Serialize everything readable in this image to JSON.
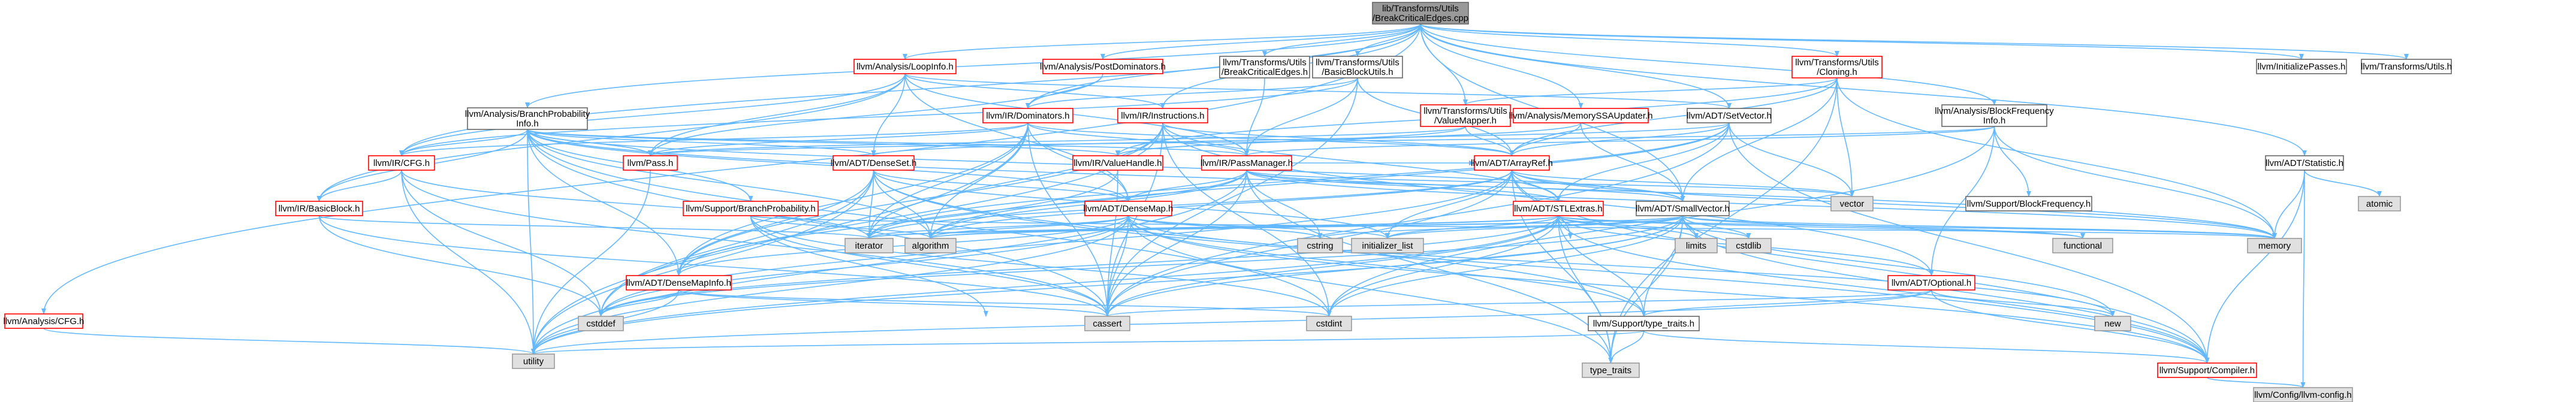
{
  "graph": {
    "colors": {
      "edge": "#63b8ff",
      "root_fill": "#999999",
      "root_border": "#666666",
      "red_border": "#ff0000",
      "black_border": "#666666",
      "gray_fill": "#e0e0e0",
      "gray_border": "#999999",
      "node_fill": "#ffffff",
      "red_text": "#000000"
    },
    "nodes": [
      {
        "id": "root",
        "lines": [
          "lib/Transforms/Utils",
          "/BreakCriticalEdges.cpp"
        ],
        "style": "root"
      },
      {
        "id": "analysis_cfg",
        "lines": [
          "llvm/Analysis/CFG.h"
        ],
        "style": "red"
      },
      {
        "id": "branchprob_info",
        "lines": [
          "llvm/Analysis/BranchProbability",
          "Info.h"
        ],
        "style": "black"
      },
      {
        "id": "loopinfo",
        "lines": [
          "llvm/Analysis/LoopInfo.h"
        ],
        "style": "red"
      },
      {
        "id": "postdom",
        "lines": [
          "llvm/Analysis/PostDominators.h"
        ],
        "style": "red"
      },
      {
        "id": "tu_bce",
        "lines": [
          "llvm/Transforms/Utils",
          "/BreakCriticalEdges.h"
        ],
        "style": "black"
      },
      {
        "id": "tu_bbu",
        "lines": [
          "llvm/Transforms/Utils",
          "/BasicBlockUtils.h"
        ],
        "style": "black"
      },
      {
        "id": "tu_valuemapper",
        "lines": [
          "llvm/Transforms/Utils",
          "/ValueMapper.h"
        ],
        "style": "red"
      },
      {
        "id": "memssa_updater",
        "lines": [
          "llvm/Analysis/MemorySSAUpdater.h"
        ],
        "style": "red"
      },
      {
        "id": "tu_cloning",
        "lines": [
          "llvm/Transforms/Utils",
          "/Cloning.h"
        ],
        "style": "red"
      },
      {
        "id": "bfi",
        "lines": [
          "llvm/Analysis/BlockFrequency",
          "Info.h"
        ],
        "style": "black"
      },
      {
        "id": "init_passes",
        "lines": [
          "llvm/InitializePasses.h"
        ],
        "style": "black"
      },
      {
        "id": "transforms_utils",
        "lines": [
          "llvm/Transforms/Utils.h"
        ],
        "style": "black"
      },
      {
        "id": "ir_dominators",
        "lines": [
          "llvm/IR/Dominators.h"
        ],
        "style": "red"
      },
      {
        "id": "ir_instructions",
        "lines": [
          "llvm/IR/Instructions.h"
        ],
        "style": "red"
      },
      {
        "id": "setvector",
        "lines": [
          "llvm/ADT/SetVector.h"
        ],
        "style": "black"
      },
      {
        "id": "statistic",
        "lines": [
          "llvm/ADT/Statistic.h"
        ],
        "style": "black"
      },
      {
        "id": "ir_cfg",
        "lines": [
          "llvm/IR/CFG.h"
        ],
        "style": "red"
      },
      {
        "id": "ir_pass",
        "lines": [
          "llvm/Pass.h"
        ],
        "style": "red"
      },
      {
        "id": "densemset",
        "lines": [
          "llvm/ADT/DenseSet.h"
        ],
        "style": "red"
      },
      {
        "id": "valuehandle",
        "lines": [
          "llvm/IR/ValueHandle.h"
        ],
        "style": "red"
      },
      {
        "id": "passmanager",
        "lines": [
          "llvm/IR/PassManager.h"
        ],
        "style": "red"
      },
      {
        "id": "arrayref",
        "lines": [
          "llvm/ADT/ArrayRef.h"
        ],
        "style": "red"
      },
      {
        "id": "vector",
        "lines": [
          "vector"
        ],
        "style": "gray"
      },
      {
        "id": "support_bf",
        "lines": [
          "llvm/Support/BlockFrequency.h"
        ],
        "style": "black"
      },
      {
        "id": "atomic",
        "lines": [
          "atomic"
        ],
        "style": "gray"
      },
      {
        "id": "ir_basicblock",
        "lines": [
          "llvm/IR/BasicBlock.h"
        ],
        "style": "red"
      },
      {
        "id": "support_bp",
        "lines": [
          "llvm/Support/BranchProbability.h"
        ],
        "style": "red"
      },
      {
        "id": "densemap",
        "lines": [
          "llvm/ADT/DenseMap.h"
        ],
        "style": "red"
      },
      {
        "id": "stlextras",
        "lines": [
          "llvm/ADT/STLExtras.h"
        ],
        "style": "red"
      },
      {
        "id": "smallvector",
        "lines": [
          "llvm/ADT/SmallVector.h"
        ],
        "style": "black"
      },
      {
        "id": "iterator",
        "lines": [
          "iterator"
        ],
        "style": "gray"
      },
      {
        "id": "algorithm",
        "lines": [
          "algorithm"
        ],
        "style": "gray"
      },
      {
        "id": "cstring",
        "lines": [
          "cstring"
        ],
        "style": "gray"
      },
      {
        "id": "initializer_list",
        "lines": [
          "initializer_list"
        ],
        "style": "gray"
      },
      {
        "id": "limits",
        "lines": [
          "limits"
        ],
        "style": "gray"
      },
      {
        "id": "cstdlib",
        "lines": [
          "cstdlib"
        ],
        "style": "gray"
      },
      {
        "id": "functional",
        "lines": [
          "functional"
        ],
        "style": "gray"
      },
      {
        "id": "memory",
        "lines": [
          "memory"
        ],
        "style": "gray"
      },
      {
        "id": "densemapinfo",
        "lines": [
          "llvm/ADT/DenseMapInfo.h"
        ],
        "style": "red"
      },
      {
        "id": "optional",
        "lines": [
          "llvm/ADT/Optional.h"
        ],
        "style": "red"
      },
      {
        "id": "new",
        "lines": [
          "new"
        ],
        "style": "gray"
      },
      {
        "id": "cstddef",
        "lines": [
          "cstddef"
        ],
        "style": "gray"
      },
      {
        "id": "cassert",
        "lines": [
          "cassert"
        ],
        "style": "gray"
      },
      {
        "id": "cstdint",
        "lines": [
          "cstdint"
        ],
        "style": "gray"
      },
      {
        "id": "type_traits_h",
        "lines": [
          "llvm/Support/type_traits.h"
        ],
        "style": "black"
      },
      {
        "id": "utility",
        "lines": [
          "utility"
        ],
        "style": "gray"
      },
      {
        "id": "type_traits",
        "lines": [
          "type_traits"
        ],
        "style": "gray"
      },
      {
        "id": "compiler",
        "lines": [
          "llvm/Support/Compiler.h"
        ],
        "style": "red"
      },
      {
        "id": "llvm_config",
        "lines": [
          "llvm/Config/llvm-config.h"
        ],
        "style": "gray"
      }
    ],
    "edges": [
      [
        "root",
        "analysis_cfg"
      ],
      [
        "root",
        "branchprob_info"
      ],
      [
        "root",
        "loopinfo"
      ],
      [
        "root",
        "postdom"
      ],
      [
        "root",
        "tu_bce"
      ],
      [
        "root",
        "tu_bbu"
      ],
      [
        "root",
        "tu_valuemapper"
      ],
      [
        "root",
        "memssa_updater"
      ],
      [
        "root",
        "tu_cloning"
      ],
      [
        "root",
        "bfi"
      ],
      [
        "root",
        "init_passes"
      ],
      [
        "root",
        "transforms_utils"
      ],
      [
        "root",
        "setvector"
      ],
      [
        "root",
        "statistic"
      ],
      [
        "root",
        "ir_cfg"
      ],
      [
        "root",
        "ir_dominators"
      ],
      [
        "root",
        "ir_instructions"
      ],
      [
        "root",
        "smallvector"
      ],
      [
        "analysis_cfg",
        "utility"
      ],
      [
        "branchprob_info",
        "ir_cfg"
      ],
      [
        "branchprob_info",
        "ir_pass"
      ],
      [
        "branchprob_info",
        "support_bp"
      ],
      [
        "branchprob_info",
        "densemap"
      ],
      [
        "branchprob_info",
        "densemapinfo"
      ],
      [
        "branchprob_info",
        "valuehandle"
      ],
      [
        "branchprob_info",
        "passmanager"
      ],
      [
        "branchprob_info",
        "ir_basicblock"
      ],
      [
        "branchprob_info",
        "algorithm"
      ],
      [
        "branchprob_info",
        "cassert"
      ],
      [
        "branchprob_info",
        "cstdint"
      ],
      [
        "branchprob_info",
        "memory"
      ],
      [
        "branchprob_info",
        "utility"
      ],
      [
        "branchprob_info",
        "densemset"
      ],
      [
        "branchprob_info",
        "smallvector"
      ],
      [
        "loopinfo",
        "ir_cfg"
      ],
      [
        "loopinfo",
        "ir_pass"
      ],
      [
        "loopinfo",
        "densemset"
      ],
      [
        "loopinfo",
        "passmanager"
      ],
      [
        "loopinfo",
        "ir_instructions"
      ],
      [
        "loopinfo",
        "densemap"
      ],
      [
        "loopinfo",
        "setvector"
      ],
      [
        "loopinfo",
        "ir_basicblock"
      ],
      [
        "postdom",
        "ir_dominators"
      ],
      [
        "postdom",
        "ir_pass"
      ],
      [
        "tu_bce",
        "passmanager"
      ],
      [
        "tu_bbu",
        "passmanager"
      ],
      [
        "tu_bbu",
        "arrayref"
      ],
      [
        "tu_bbu",
        "ir_cfg"
      ],
      [
        "tu_bbu",
        "ir_dominators"
      ],
      [
        "tu_bbu",
        "cassert"
      ],
      [
        "tu_valuemapper",
        "arrayref"
      ],
      [
        "tu_valuemapper",
        "ir_pass"
      ],
      [
        "tu_valuemapper",
        "valuehandle"
      ],
      [
        "memssa_updater",
        "smallvector"
      ],
      [
        "memssa_updater",
        "valuehandle"
      ],
      [
        "memssa_updater",
        "arrayref"
      ],
      [
        "tu_cloning",
        "tu_valuemapper"
      ],
      [
        "tu_cloning",
        "smallvector"
      ],
      [
        "tu_cloning",
        "vector"
      ],
      [
        "tu_cloning",
        "memory"
      ],
      [
        "tu_cloning",
        "valuehandle"
      ],
      [
        "tu_cloning",
        "type_traits"
      ],
      [
        "tu_cloning",
        "arrayref"
      ],
      [
        "bfi",
        "support_bf"
      ],
      [
        "bfi",
        "ir_pass"
      ],
      [
        "bfi",
        "passmanager"
      ],
      [
        "bfi",
        "optional"
      ],
      [
        "bfi",
        "cstdint"
      ],
      [
        "bfi",
        "memory"
      ],
      [
        "ir_dominators",
        "ir_cfg"
      ],
      [
        "ir_dominators",
        "ir_pass"
      ],
      [
        "ir_dominators",
        "passmanager"
      ],
      [
        "ir_dominators",
        "densemap"
      ],
      [
        "ir_dominators",
        "arrayref"
      ],
      [
        "ir_dominators",
        "densemapinfo"
      ],
      [
        "ir_dominators",
        "algorithm"
      ],
      [
        "ir_dominators",
        "cassert"
      ],
      [
        "ir_dominators",
        "utility"
      ],
      [
        "ir_dominators",
        "iterator"
      ],
      [
        "ir_instructions",
        "arrayref"
      ],
      [
        "ir_instructions",
        "stlextras"
      ],
      [
        "ir_instructions",
        "iterator"
      ],
      [
        "ir_instructions",
        "cstddef"
      ],
      [
        "ir_instructions",
        "cassert"
      ],
      [
        "ir_instructions",
        "cstdint"
      ],
      [
        "ir_instructions",
        "optional"
      ],
      [
        "ir_instructions",
        "densemapinfo"
      ],
      [
        "setvector",
        "arrayref"
      ],
      [
        "setvector",
        "densemset"
      ],
      [
        "setvector",
        "stlextras"
      ],
      [
        "setvector",
        "compiler"
      ],
      [
        "setvector",
        "algorithm"
      ],
      [
        "setvector",
        "cassert"
      ],
      [
        "setvector",
        "iterator"
      ],
      [
        "setvector",
        "vector"
      ],
      [
        "statistic",
        "compiler"
      ],
      [
        "statistic",
        "atomic"
      ],
      [
        "statistic",
        "memory"
      ],
      [
        "statistic",
        "llvm_config"
      ],
      [
        "ir_cfg",
        "ir_basicblock"
      ],
      [
        "ir_cfg",
        "iterator"
      ],
      [
        "ir_cfg",
        "cassert"
      ],
      [
        "ir_cfg",
        "cstddef"
      ],
      [
        "ir_cfg",
        "utility"
      ],
      [
        "ir_pass",
        "utility"
      ],
      [
        "densemset",
        "densemap"
      ],
      [
        "densemset",
        "densemapinfo"
      ],
      [
        "densemset",
        "compiler"
      ],
      [
        "densemset",
        "type_traits_h"
      ],
      [
        "densemset",
        "algorithm"
      ],
      [
        "densemset",
        "cstddef"
      ],
      [
        "densemset",
        "initializer_list"
      ],
      [
        "densemset",
        "iterator"
      ],
      [
        "densemset",
        "utility"
      ],
      [
        "valuehandle",
        "densemapinfo"
      ],
      [
        "valuehandle",
        "cassert"
      ],
      [
        "passmanager",
        "densemap"
      ],
      [
        "passmanager",
        "smallvector"
      ],
      [
        "passmanager",
        "stlextras"
      ],
      [
        "passmanager",
        "cstring"
      ],
      [
        "passmanager",
        "iterator"
      ],
      [
        "passmanager",
        "type_traits"
      ],
      [
        "passmanager",
        "utility"
      ],
      [
        "passmanager",
        "vector"
      ],
      [
        "passmanager",
        "algorithm"
      ],
      [
        "passmanager",
        "cassert"
      ],
      [
        "passmanager",
        "memory"
      ],
      [
        "passmanager",
        "arrayref"
      ],
      [
        "arrayref",
        "compiler"
      ],
      [
        "arrayref",
        "stlextras"
      ],
      [
        "arrayref",
        "smallvector"
      ],
      [
        "arrayref",
        "algorithm"
      ],
      [
        "arrayref",
        "array"
      ],
      [
        "arrayref",
        "cassert"
      ],
      [
        "arrayref",
        "cstddef"
      ],
      [
        "arrayref",
        "initializer_list"
      ],
      [
        "arrayref",
        "iterator"
      ],
      [
        "arrayref",
        "memory"
      ],
      [
        "arrayref",
        "type_traits"
      ],
      [
        "arrayref",
        "vector"
      ],
      [
        "ir_basicblock",
        "iterator"
      ],
      [
        "ir_basicblock",
        "cassert"
      ],
      [
        "ir_basicblock",
        "cstddef"
      ],
      [
        "support_bp",
        "algorithm"
      ],
      [
        "support_bp",
        "cassert"
      ],
      [
        "support_bp",
        "cstdint"
      ],
      [
        "support_bp",
        "memory"
      ],
      [
        "support_bp",
        "numeric"
      ],
      [
        "densemap",
        "densemapinfo"
      ],
      [
        "densemap",
        "compiler"
      ],
      [
        "densemap",
        "type_traits_h"
      ],
      [
        "densemap",
        "algorithm"
      ],
      [
        "densemap",
        "cassert"
      ],
      [
        "densemap",
        "cstddef"
      ],
      [
        "densemap",
        "cstring"
      ],
      [
        "densemap",
        "initializer_list"
      ],
      [
        "densemap",
        "iterator"
      ],
      [
        "densemap",
        "new"
      ],
      [
        "densemap",
        "type_traits"
      ],
      [
        "densemap",
        "utility"
      ],
      [
        "stlextras",
        "optional"
      ],
      [
        "stlextras",
        "compiler"
      ],
      [
        "stlextras",
        "type_traits_h"
      ],
      [
        "stlextras",
        "algorithm"
      ],
      [
        "stlextras",
        "cassert"
      ],
      [
        "stlextras",
        "cstddef"
      ],
      [
        "stlextras",
        "cstdint"
      ],
      [
        "stlextras",
        "cstdlib"
      ],
      [
        "stlextras",
        "functional"
      ],
      [
        "stlextras",
        "initializer_list"
      ],
      [
        "stlextras",
        "iterator"
      ],
      [
        "stlextras",
        "limits"
      ],
      [
        "stlextras",
        "memory"
      ],
      [
        "stlextras",
        "type_traits"
      ],
      [
        "stlextras",
        "utility"
      ],
      [
        "smallvector",
        "compiler"
      ],
      [
        "smallvector",
        "type_traits_h"
      ],
      [
        "smallvector",
        "algorithm"
      ],
      [
        "smallvector",
        "cassert"
      ],
      [
        "smallvector",
        "cstddef"
      ],
      [
        "smallvector",
        "cstdint"
      ],
      [
        "smallvector",
        "cstdlib"
      ],
      [
        "smallvector",
        "cstring"
      ],
      [
        "smallvector",
        "functional"
      ],
      [
        "smallvector",
        "initializer_list"
      ],
      [
        "smallvector",
        "iterator"
      ],
      [
        "smallvector",
        "limits"
      ],
      [
        "smallvector",
        "memory"
      ],
      [
        "smallvector",
        "new"
      ],
      [
        "smallvector",
        "type_traits"
      ],
      [
        "smallvector",
        "utility"
      ],
      [
        "densemapinfo",
        "cassert"
      ],
      [
        "densemapinfo",
        "cstddef"
      ],
      [
        "densemapinfo",
        "cstdint"
      ],
      [
        "densemapinfo",
        "utility"
      ],
      [
        "optional",
        "compiler"
      ],
      [
        "optional",
        "type_traits_h"
      ],
      [
        "optional",
        "cassert"
      ],
      [
        "optional",
        "new"
      ],
      [
        "optional",
        "utility"
      ],
      [
        "type_traits_h",
        "compiler"
      ],
      [
        "type_traits_h",
        "type_traits"
      ],
      [
        "type_traits_h",
        "utility"
      ],
      [
        "compiler",
        "llvm_config"
      ]
    ]
  }
}
